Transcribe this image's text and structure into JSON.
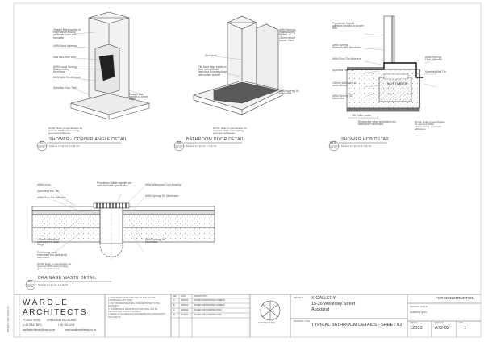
{
  "details": [
    {
      "id": "d1",
      "number": "B7",
      "sheet": "A71-01",
      "title": "SHOWER - CORNER ANGLE DETAIL",
      "scale": "SCALE 1:2 @ A1, 1:4 @ A3"
    },
    {
      "id": "d2",
      "number": "B9",
      "sheet": "A71-01",
      "title": "BATHROOM DOOR DETAIL",
      "scale": "SCALE 1:2 @ A1, 1:4 @ A3"
    },
    {
      "id": "d3",
      "number": "B10",
      "sheet": "A71-01",
      "title": "SHOWER HOB DETAIL",
      "scale": "SCALE 1:2 @ A1, 1:4 @ A3"
    },
    {
      "id": "d4",
      "number": "B8",
      "sheet": "A71-01",
      "title": "DRAINAGE WASTE DETAIL",
      "scale": "SCALE 1:2 @ A1, 1:4 @ A3"
    }
  ],
  "notes": {
    "d1": "NOTE: Refer to specification for selected AWM waterproofing, grout and adhesives",
    "d2": "NOTE: Refer to specification for selected AWM waterproofing, grout and adhesives",
    "d3": "NOTE: Refer to specification for selected AWM waterproofing, grout and adhesives",
    "d4": "NOTE: Refer to specification for selected AWM waterproofing, grout and adhesives"
  },
  "labels": {
    "d1": [
      "Sealant fillers applied at edge/flange around perimeter plank and substrate",
      "AWM Bond Adhesive",
      "Wall Tiles fixed with",
      "AWM Liquid Synergy Waterproofing Membrane",
      "AWM Wall Tile Adhesive",
      "Specified Floor Tiles",
      "Sealant fillet applied to corner angle"
    ],
    "d2": [
      "AWM Synergy Waterproofing system, of 150mm above shower finish",
      "Door jamb",
      "Tile bond edge sealed to floor and shoulder fabricator boundary finish with sealed surface",
      "AWM Synergy RL Membrane"
    ],
    "d3": [
      "Proprietary Sealant adhesive bedded to shower floor",
      "AWM Synergy Waterproofing Membrane",
      "AWM Floor Tile Adhesive",
      "Specified Floor Tile",
      "AWM Synergy Floor Adhesive",
      "Specified Wall Tile",
      "100mm Wall Bond to cementitious",
      "AWM Synergy RL Membrane",
      "Reinforcing mesh embedded into waterproof membrane"
    ],
    "d4": [
      "AWM Grout",
      "Specified Floor Tile",
      "AWM Floor Tile Adhesive",
      "Proprietary Waste installed per manufacturers specification",
      "AWM Waterproof Core Bonding",
      "AWM Synergy RL Membrane",
      "100mm Waterproof overlapped to drain flange",
      "AWM Synergy RL Membrane",
      "Reinforcing mesh embedded into waterproof membrane"
    ]
  },
  "hatch_label": "NOT TIMBER",
  "dimension": "150 Fall to waste",
  "firm": {
    "name_line1": "WARDLE",
    "name_line2": "ARCHITECTS",
    "po_box": "PO BOX 90198",
    "address": "GREEN BAY AUCKLAND",
    "phone": "p. 64 9 817 8971",
    "fax": "f. 09 303 1249",
    "email": "wardlearchitects@xtra.co.nz",
    "web": "www.wardlearchitects.co.nz"
  },
  "disclaimer": [
    "1. DIMENSIONS TO BE CHECKED ON SITE BEFORE COMMENCING ANY WORK",
    "2. ANY DISCREPANCIES ARE TO BE REPORTED TO THE ARCHITECT",
    "3. THIS DRAWING IS COPYRIGHT AND SHALL NOT BE REPRODUCED WITHOUT CONSENT",
    "4. REFER TO ALL RELEVANT ENGINEERS AND CONSULTANTS DOCUMENTS"
  ],
  "revisions": [
    {
      "rev": "A",
      "date": "28/06/14",
      "desc": "ISSUED FOR BUILDING CONSENT"
    },
    {
      "rev": "B",
      "date": "29/06/14",
      "desc": "ISSUED FOR BUILDING CONSENT"
    },
    {
      "rev": "C",
      "date": "04/08/14",
      "desc": "ISSUED FOR CONSTRUCTION"
    },
    {
      "rev": "D",
      "date": "15/10/14",
      "desc": "ISSUED FOR CONSTRUCTION"
    }
  ],
  "revision_header": {
    "rev": "REV",
    "date": "DATE",
    "desc": "DESCRIPTION"
  },
  "project": {
    "label": "PROJECT",
    "name": "X-GALLERY",
    "street": "15-26 Wellesley Street",
    "city": "Auckland",
    "title_label": "DRAWING TITLE",
    "title": "TYPICAL BATHROOM DETAILS - SHEET 02"
  },
  "status": "FOR CONSTRUCTION",
  "job_no": "12033",
  "sheet_no": "A72-02",
  "rev_no": "1",
  "scale_lbl": "DRAWING SCALE",
  "scale_val": "VARIOUS @A3",
  "checked_lbl": "JOB NO.",
  "sheet_lbl": "SHEET NO.",
  "rev_lbl": "REV",
  "logo_text": "ARCHITECTS NZIA",
  "side_strip": "WARDLE ARCHITECTS"
}
